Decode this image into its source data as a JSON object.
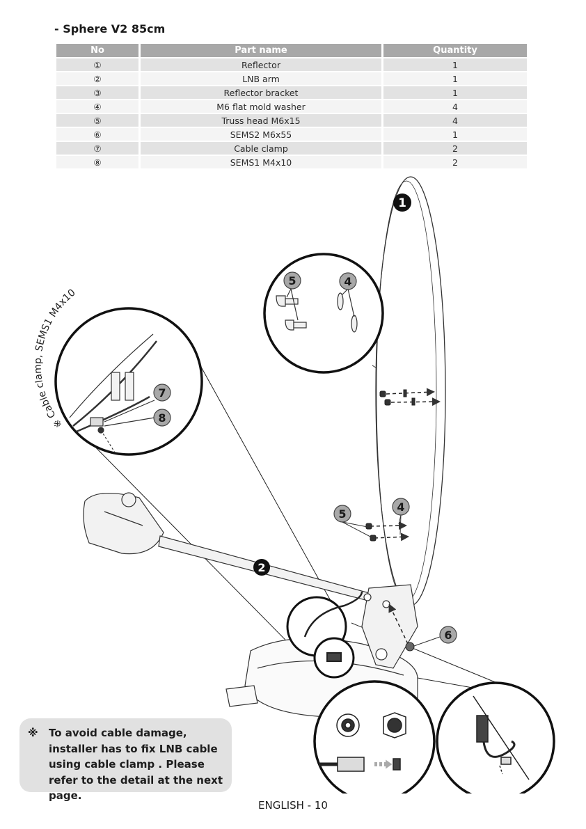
{
  "section_title": "- Sphere V2 85cm",
  "table": {
    "headers": {
      "no": "No",
      "name": "Part name",
      "qty": "Quantity"
    },
    "rows": [
      {
        "no": "①",
        "name": "Reflector",
        "qty": "1"
      },
      {
        "no": "②",
        "name": "LNB arm",
        "qty": "1"
      },
      {
        "no": "③",
        "name": "Reflector bracket",
        "qty": "1"
      },
      {
        "no": "④",
        "name": "M6 flat mold washer",
        "qty": "4"
      },
      {
        "no": "⑤",
        "name": "Truss head M6x15",
        "qty": "4"
      },
      {
        "no": "⑥",
        "name": "SEMS2 M6x55",
        "qty": "1"
      },
      {
        "no": "⑦",
        "name": "Cable clamp",
        "qty": "2"
      },
      {
        "no": "⑧",
        "name": "SEMS1 M4x10",
        "qty": "2"
      }
    ]
  },
  "diagram": {
    "callouts": {
      "c1": "1",
      "c2": "2",
      "c4a": "4",
      "c5a": "5",
      "c4b": "4",
      "c5b": "5",
      "c6": "6",
      "c7": "7",
      "c8": "8"
    },
    "curved_label": "※ Cable clamp, SEMS1 M4x10"
  },
  "note": {
    "mark": "※",
    "text": "To avoid cable damage, installer has to fix LNB cable using cable clamp . Please refer to the detail at the next page."
  },
  "footer": "ENGLISH - 10"
}
